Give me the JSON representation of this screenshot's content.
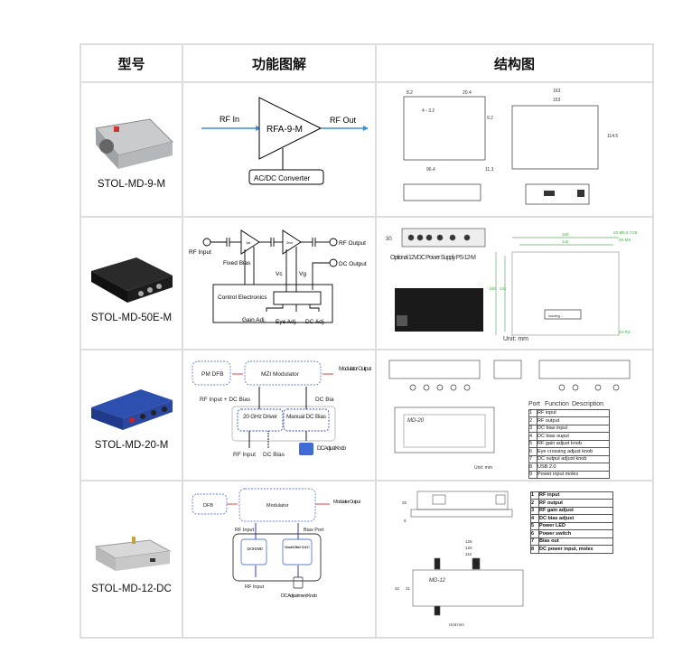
{
  "headers": {
    "model": "型号",
    "function": "功能图解",
    "structure": "结构图"
  },
  "rows": [
    {
      "model": "STOL-MD-9-M",
      "diagram": {
        "input": "RF In",
        "amp": "RFA-9-M",
        "output": "RF Out",
        "converter": "AC/DC Converter"
      },
      "structure": {
        "dims": [
          "8.2",
          "20.4",
          "4 - 3.2",
          "9.2",
          "96.4",
          "11.3",
          "163",
          "153",
          "114.5"
        ]
      }
    },
    {
      "model": "STOL-MD-50E-M",
      "diagram": {
        "input": "RF Input",
        "stage1": "1st",
        "stage2": "2nd",
        "output": "RF Output",
        "dc_output": "DC Output",
        "fixed_bias": "Fixed Bias",
        "vc": "Vc",
        "vg": "Vg",
        "control": "Control Electronics",
        "gain": "Gain Adj.",
        "eye": "Eye Adj.",
        "dc": "DC Adj."
      },
      "structure": {
        "height": "30",
        "psu": "Optional 12VDC Power Supply PS-12-M",
        "unit": "Unit: mm",
        "dims": [
          "150",
          "142",
          "150",
          "142"
        ],
        "holes": [
          "4X Ø5.8 ▽25",
          "4X M3",
          "4X R3"
        ],
        "label": "loading..."
      }
    },
    {
      "model": "STOL-MD-20-M",
      "diagram": {
        "source": "PM DFB",
        "modulator": "MZI Modulator",
        "output": "Modulator Output",
        "rf_dc": "RF Input + DC Bias",
        "dc_bias_top": "DC Bia",
        "driver": "20 GHz Driver",
        "manual": "Manual DC Bias",
        "rf_input": "RF Input",
        "dc_bias": "DC Bias",
        "knob": "DC Adjust Knob"
      },
      "structure": {
        "unit": "Unit: mm",
        "model_label": "MD-20",
        "port_header": [
          "Port",
          "Function",
          "Description"
        ],
        "ports": [
          [
            "1",
            "RF input"
          ],
          [
            "2",
            "RF output"
          ],
          [
            "3",
            "DC bias input"
          ],
          [
            "4",
            "DC bias ouput"
          ],
          [
            "5",
            "RF gain adjust knob"
          ],
          [
            "6",
            "Eye crossing adjust knob"
          ],
          [
            "7",
            "DC output adjust knob"
          ],
          [
            "8",
            "USB 2.0"
          ],
          [
            "9",
            "Power input molex"
          ]
        ]
      }
    },
    {
      "model": "STOL-MD-12-DC",
      "diagram": {
        "source": "DFB",
        "modulator": "Modulator",
        "output": "Modulator Output",
        "rf_input_top": "RF Input",
        "bias_port": "Bias Port",
        "md": "12 GHz MD",
        "manual": "Manual DC Bias 0 ~ 12 VDC",
        "rf_input": "RF Input",
        "knob": "DC Adjustment Knob"
      },
      "structure": {
        "unit": "Unit:mm",
        "model_label": "MD-12",
        "dims": [
          "25",
          "6",
          "126",
          "120",
          "110",
          "32",
          "31"
        ],
        "ports": [
          [
            "1",
            "RF input"
          ],
          [
            "2",
            "RF output"
          ],
          [
            "3",
            "RF gain adjust"
          ],
          [
            "4",
            "DC bias adjust"
          ],
          [
            "5",
            "Power LED"
          ],
          [
            "6",
            "Power switch"
          ],
          [
            "7",
            "Bias out"
          ],
          [
            "8",
            "DC power input, molex"
          ]
        ]
      }
    }
  ],
  "colors": {
    "border": "#dddddd",
    "arrow_blue": "#3b8fd9",
    "dash_blue": "#5b7fd0",
    "arrow_red": "#d9302c",
    "navy": "#1a2a9c",
    "knob": "#3e6bd6"
  }
}
